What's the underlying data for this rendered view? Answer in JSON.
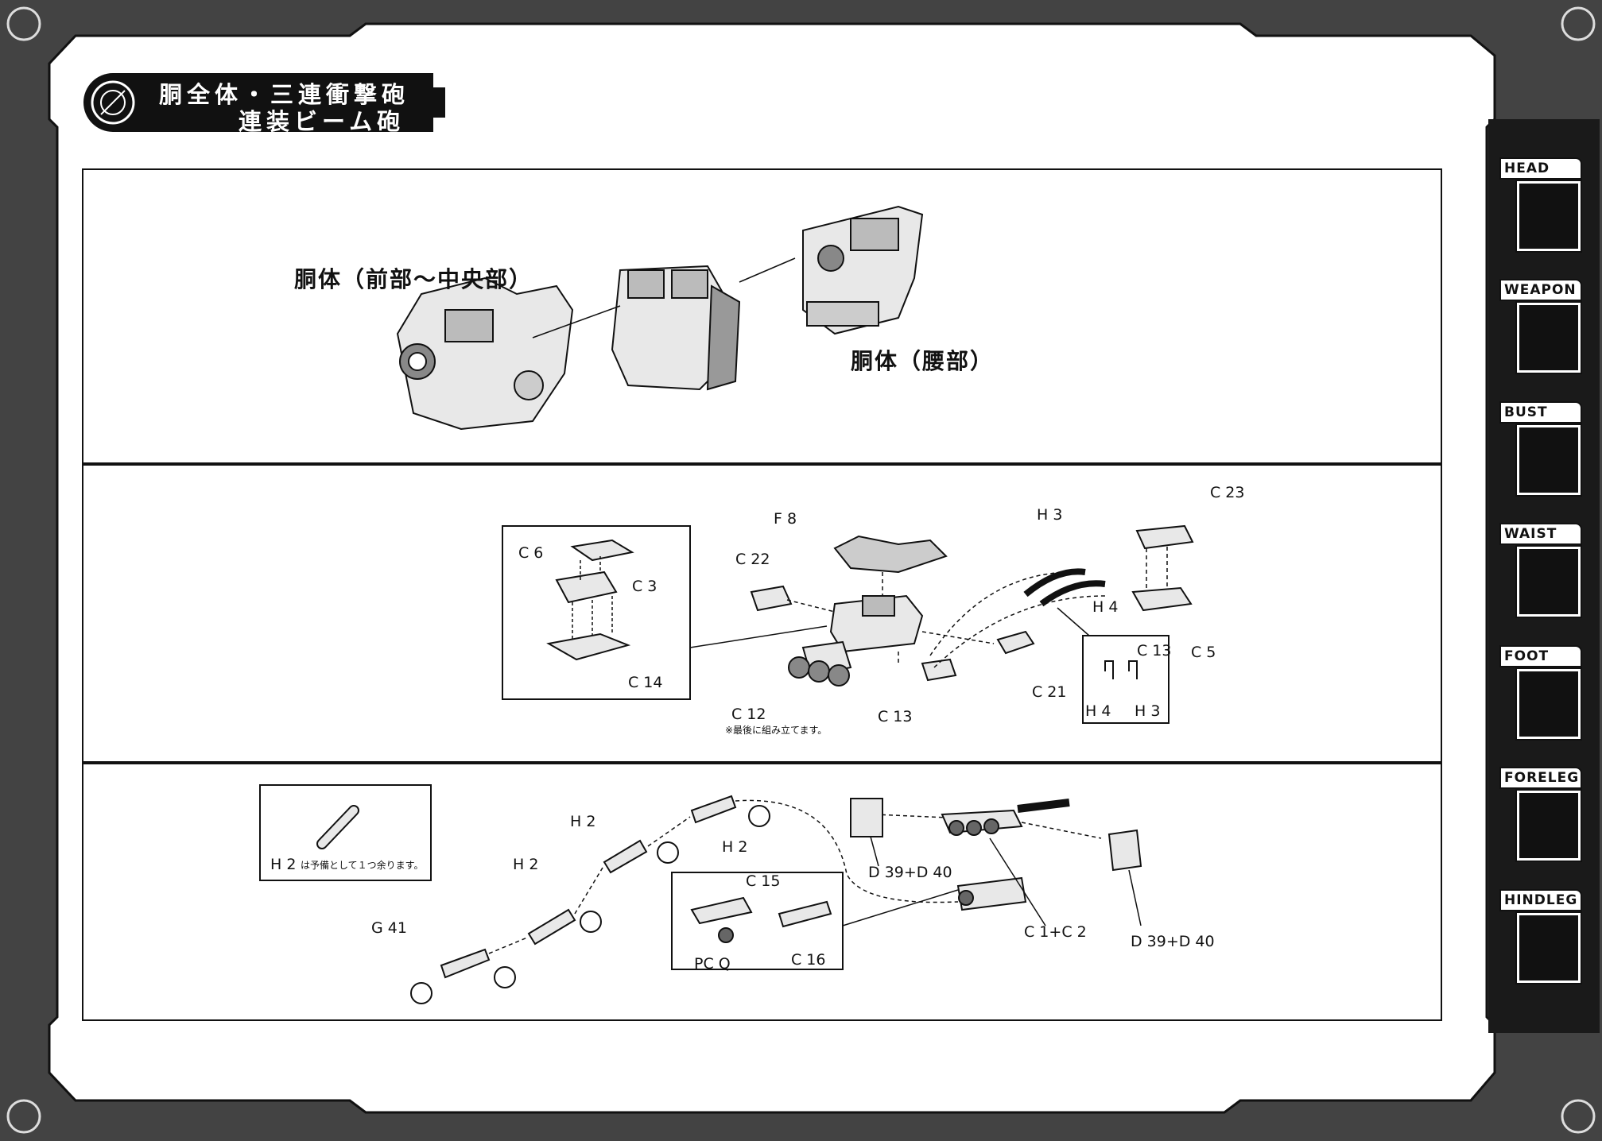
{
  "header": {
    "title_line1": "胴全体・三連衝撃砲",
    "title_line2": "連装ビーム砲"
  },
  "panel1": {
    "label_front": "胴体（前部〜中央部）",
    "label_waist": "胴体（腰部）"
  },
  "panel2": {
    "inset_parts": [
      "C 6",
      "C 3",
      "C 14"
    ],
    "parts": [
      "F 8",
      "C 22",
      "C 12",
      "C 13",
      "C 21",
      "H 3",
      "H 4",
      "C 23",
      "C 5"
    ],
    "detail_parts": [
      "C 13",
      "H 4",
      "H 3"
    ],
    "note": "※最後に組み立てます。"
  },
  "panel3": {
    "inset_part": "H 2",
    "inset_note": "は予備として１つ余ります。",
    "chain_parts": [
      "G 41",
      "H 2",
      "H 2",
      "H 2"
    ],
    "sub_parts": [
      "C 15",
      "PC Q",
      "C 16"
    ],
    "parts": [
      "D 39+D 40",
      "C 1+C 2",
      "D 39+D 40"
    ]
  },
  "side_tabs": [
    {
      "label": "HEAD",
      "icon": "head-icon"
    },
    {
      "label": "WEAPON",
      "icon": "weapon-icon"
    },
    {
      "label": "BUST",
      "icon": "bust-icon"
    },
    {
      "label": "WAIST",
      "icon": "waist-icon"
    },
    {
      "label": "FOOT",
      "icon": "foot-icon"
    },
    {
      "label": "FORELEG",
      "icon": "foreleg-icon"
    },
    {
      "label": "HINDLEG",
      "icon": "hindleg-icon"
    }
  ],
  "colors": {
    "frame": "#2a2a2a",
    "paper": "#ffffff",
    "ink": "#111111"
  }
}
